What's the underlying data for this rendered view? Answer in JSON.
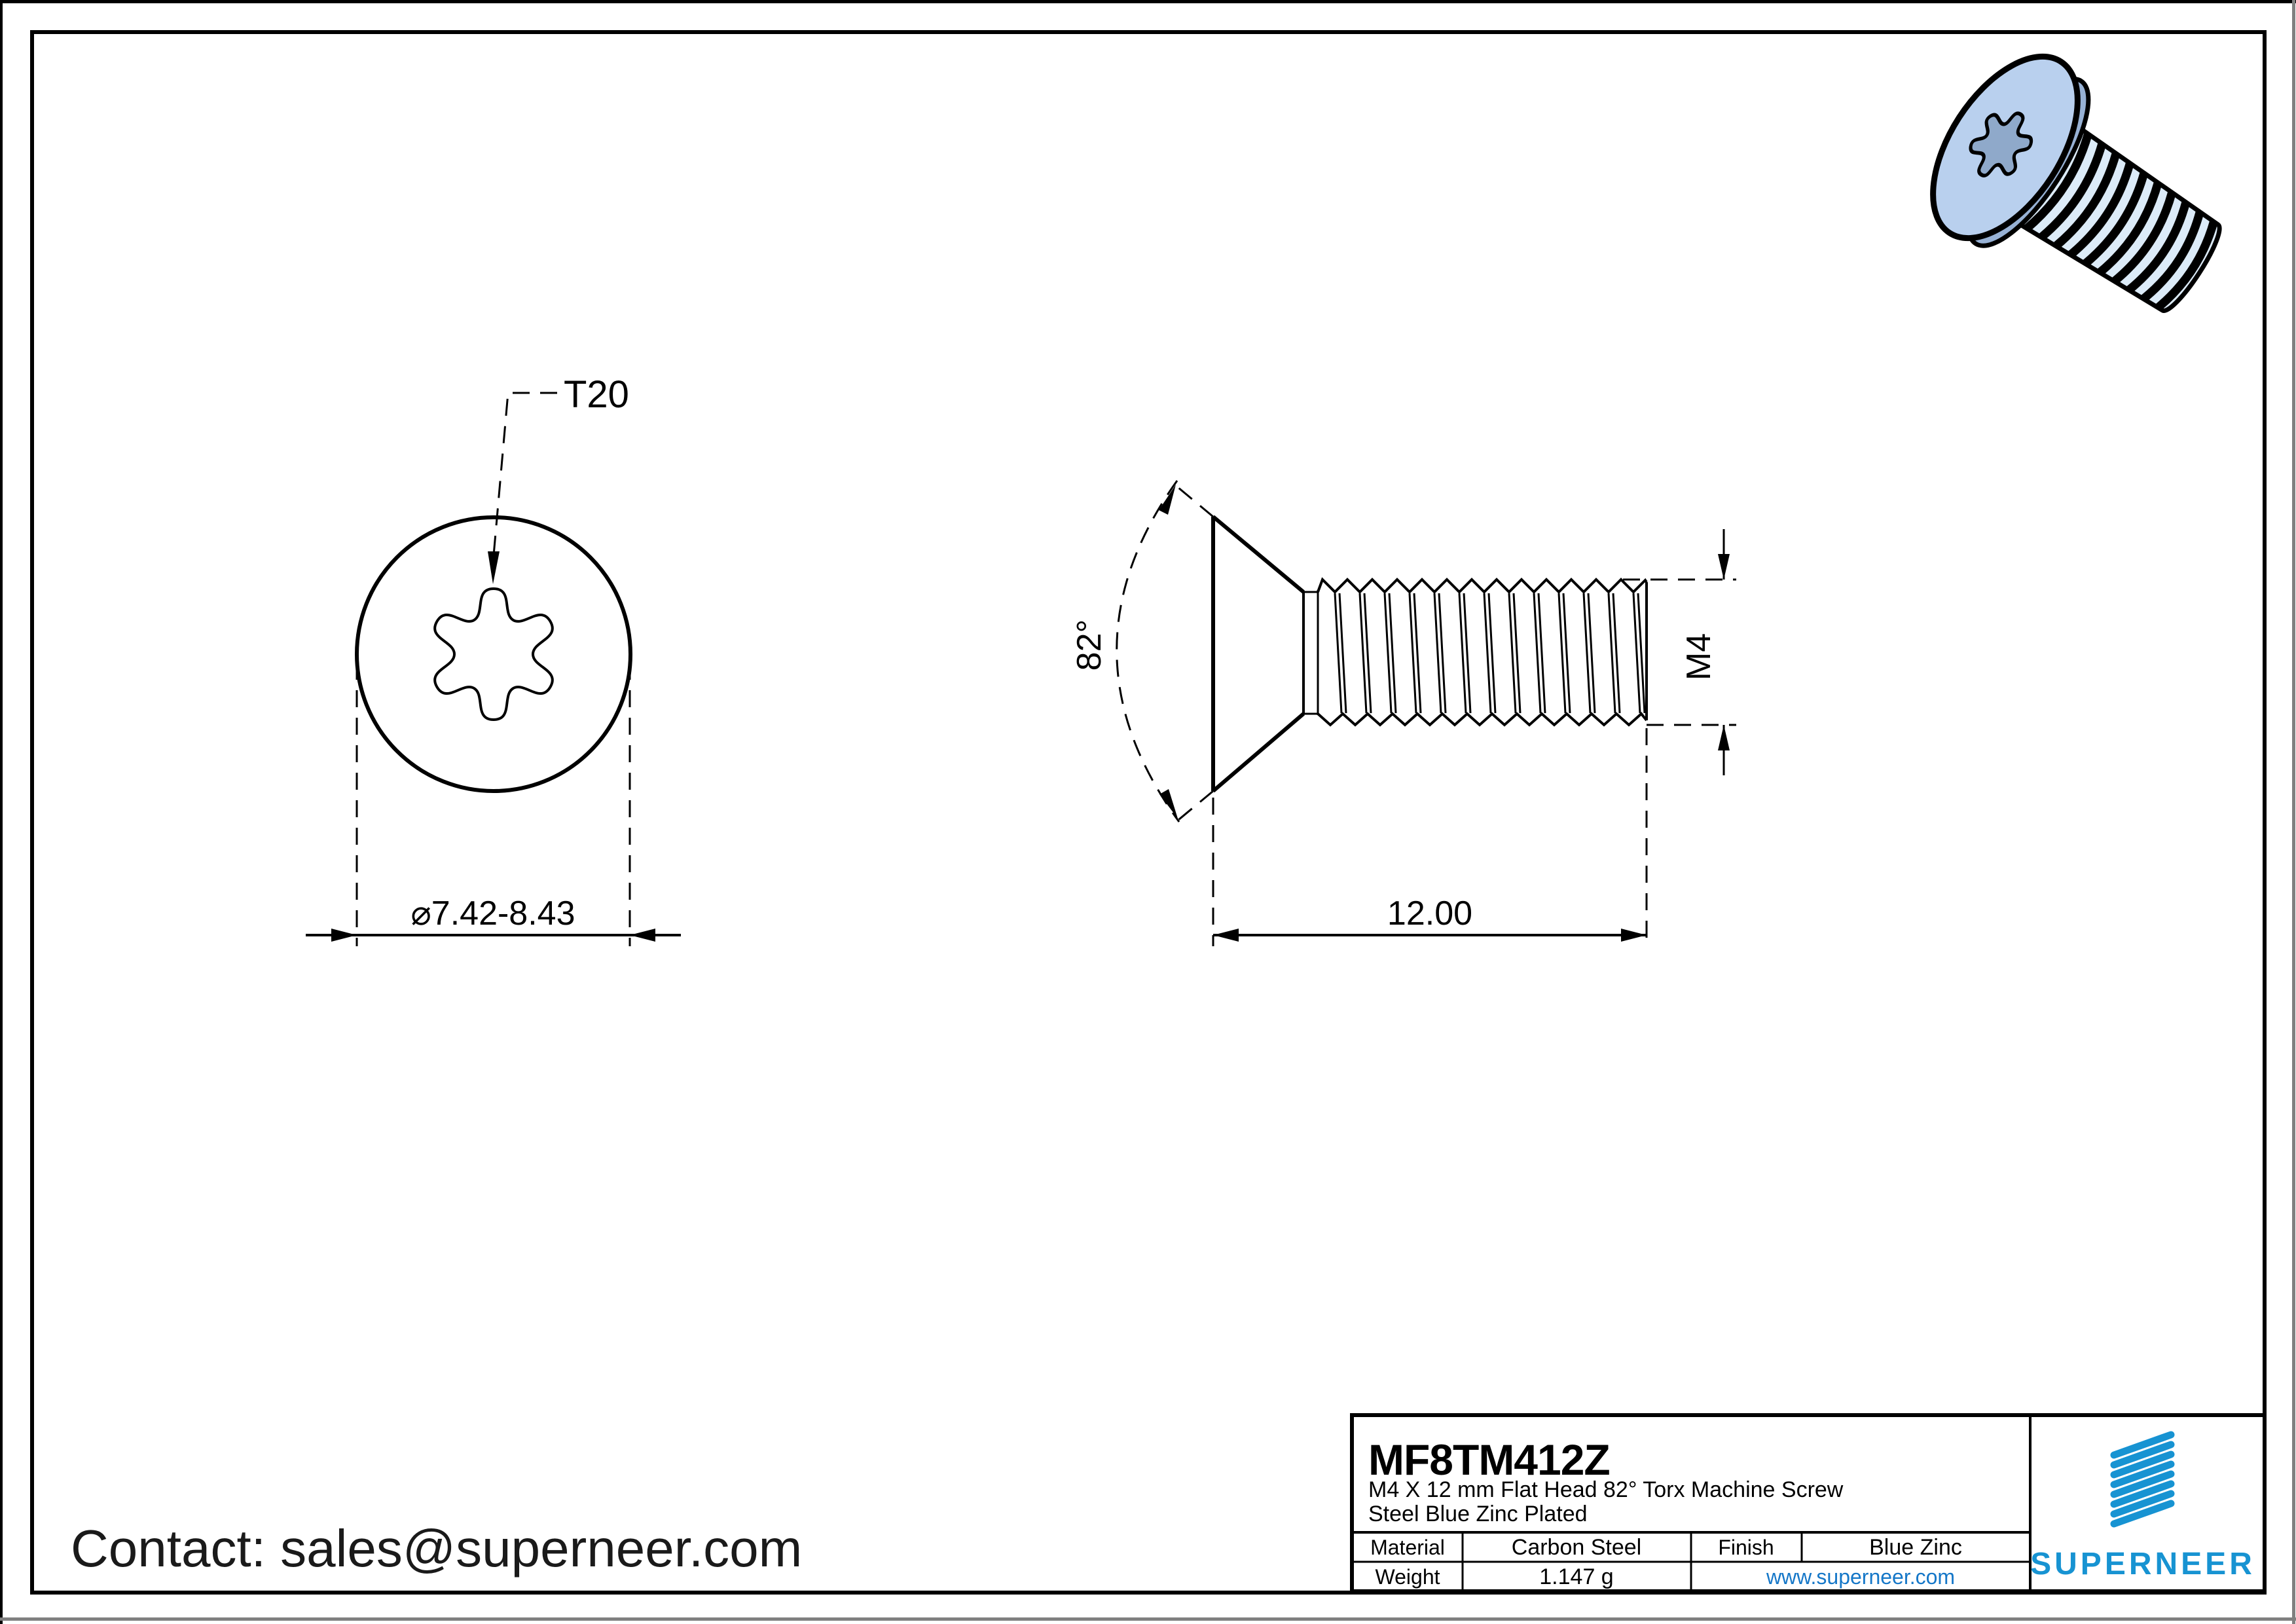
{
  "contact": {
    "label": "Contact: sales@superneer.com"
  },
  "views": {
    "front": {
      "drive_label": "T20",
      "diameter_label": "⌀7.42-8.43"
    },
    "side": {
      "angle_label": "82°",
      "thread_label": "M4",
      "length_label": "12.00"
    }
  },
  "title_block": {
    "part_number": "MF8TM412Z",
    "description_line1": "M4 X 12 mm  Flat Head 82° Torx Machine Screw",
    "description_line2": "Steel Blue Zinc Plated",
    "material_label": "Material",
    "material_value": "Carbon Steel",
    "finish_label": "Finish",
    "finish_value": "Blue Zinc",
    "weight_label": "Weight",
    "weight_value": "1.147 g",
    "website": "www.superneer.com",
    "brand": "SUPERNEER"
  },
  "colors": {
    "accent_blue": "#1793d2",
    "link_blue": "#1577c8",
    "screw_body": "#dcebf8",
    "screw_head": "#b9d0ee",
    "screw_cone": "#97b1d4",
    "screw_recess": "#8fa9ca",
    "line_black": "#000000",
    "edge_gray": "#808080"
  }
}
